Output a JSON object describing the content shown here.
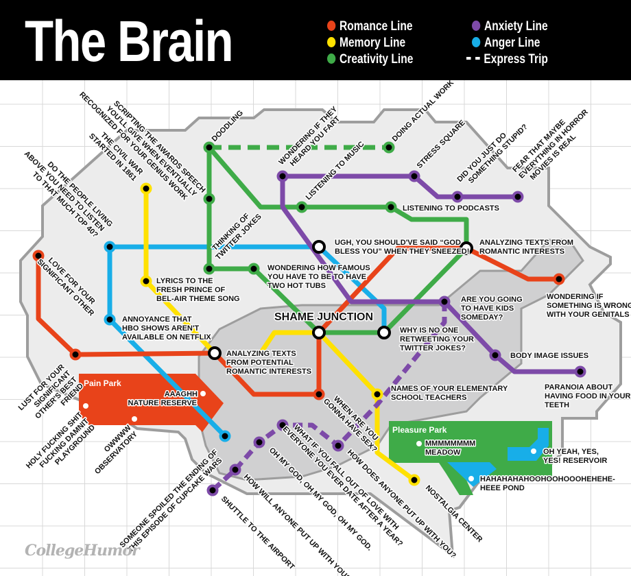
{
  "header": {
    "title": "The Brain",
    "legend": [
      {
        "label": "Romance Line",
        "color": "#e8431a",
        "type": "dot"
      },
      {
        "label": "Memory Line",
        "color": "#ffe100",
        "type": "dot"
      },
      {
        "label": "Creativity Line",
        "color": "#3fab48",
        "type": "dot"
      },
      {
        "label": "Anxiety Line",
        "color": "#7d4aa8",
        "type": "dot"
      },
      {
        "label": "Anger Line",
        "color": "#18aee8",
        "type": "dot"
      },
      {
        "label": "Express Trip",
        "color": "#ffffff",
        "type": "dash"
      }
    ]
  },
  "colors": {
    "romance": "#e8431a",
    "memory": "#ffe100",
    "creativity": "#3fab48",
    "anxiety": "#7d4aa8",
    "anger": "#18aee8",
    "brain_fill": "#ececec",
    "brain_center": "#d0d0d1",
    "brain_outline": "#9d9d9d",
    "grid": "#d8d8d8",
    "pain_park": "#e8431a",
    "pleasure_park": "#3fab48",
    "water": "#18aee8"
  },
  "junction": {
    "label": "SHAME JUNCTION"
  },
  "stations": {
    "doodling": "DOODLING",
    "doing_actual_work": "DOING ACTUAL WORK",
    "scripting": [
      "SCRIPTING THE AWARDS SPEECH",
      "YOU'LL GIVE WHEN EVENTUALLY",
      "RECOGNIZED FOR YOUR GENIUS WORK"
    ],
    "civil_war": [
      "THE CIVIL WAR",
      "STARTED IN 1861"
    ],
    "top40": [
      "DO THE PEOPLE LIVING",
      "ABOVE YOU NEED TO LISTEN",
      "TO THAT MUCH TOP 40?"
    ],
    "wondering_fart": [
      "WONDERING IF THEY",
      "HEARD YOU FART"
    ],
    "listening_music": "LISTENING TO MUSIC",
    "stress_square": "STRESS SQUARE",
    "did_you_just": [
      "DID YOU JUST DO",
      "SOMETHING STUPID?"
    ],
    "fear_horror": [
      "FEAR THAT MAYBE",
      "EVERYTHING IN HORROR",
      "MOVIES IS REAL"
    ],
    "listening_podcasts": "LISTENING TO PODCASTS",
    "ugh_god_bless": [
      "UGH, YOU SHOULD'VE SAID “GOD",
      "BLESS YOU” WHEN THEY SNEEZED!"
    ],
    "analyzing_romantic": [
      "ANALYZING TEXTS FROM",
      "ROMANTIC INTERESTS"
    ],
    "twitter_jokes": [
      "THINKING OF",
      "TWITTER JOKES"
    ],
    "hot_tubs": [
      "WONDERING HOW FAMOUS",
      "YOU HAVE TO BE TO HAVE",
      "TWO HOT TUBS"
    ],
    "love_so": [
      "LOVE FOR YOUR",
      "SIGNIFICANT OTHER"
    ],
    "fresh_prince": [
      "LYRICS TO THE",
      "FRESH PRINCE OF",
      "BEL-AIR THEME SONG"
    ],
    "hbo": [
      "ANNOYANCE THAT",
      "HBO SHOWS AREN'T",
      "AVAILABLE ON NETFLIX"
    ],
    "genitals": [
      "WONDERING IF",
      "SOMETHING IS WRONG",
      "WITH YOUR GENITALS"
    ],
    "kids": [
      "ARE YOU GOING",
      "TO HAVE KIDS",
      "SOMEDAY?"
    ],
    "retweeting": [
      "WHY IS NO ONE",
      "RETWEETING YOUR",
      "TWITTER JOKES?"
    ],
    "body_image": "BODY IMAGE ISSUES",
    "paranoia_food": [
      "PARANOIA ABOUT",
      "HAVING FOOD IN YOUR",
      "TEETH"
    ],
    "analyzing_potential": [
      "ANALYZING TEXTS",
      "FROM POTENTIAL",
      "ROMANTIC INTERESTS"
    ],
    "lust": [
      "LUST FOR YOUR",
      "SIGNIFICANT",
      "OTHER'S BEST",
      "FRIEND"
    ],
    "elementary": [
      "NAMES OF YOUR ELEMENTARY",
      "SCHOOL TEACHERS"
    ],
    "when_sex": [
      "WHEN ARE YOU",
      "GONNA HAVE SEX?"
    ],
    "cupcake_wars": [
      "SOMEONE SPOILED THE ENDING OF",
      "THIS EPISODE OF CUPCAKE WARS"
    ],
    "fall_out": [
      "WHAT IF YOU FALL OUT OF LOVE WITH",
      "EVERYONE YOU EVER DATE AFTER A YEAR?"
    ],
    "oh_my_god": "OH MY GOD, OH MY GOD, OH MY GOD.",
    "how_will": "HOW WILL ANYONE PUT UP WITH YOU?",
    "how_does": "HOW DOES ANYONE PUT UP WITH YOU?",
    "shuttle": "SHUTTLE TO THE AIRPORT",
    "nostalgia": "NOSTALGIA CENTER"
  },
  "parks": {
    "pain": {
      "name": "Pain Park",
      "spots": {
        "nature_reserve": [
          "AAAGHH",
          "NATURE RESERVE"
        ],
        "playground": [
          "HOLY FUCKING SHIT",
          "FUCKING DAMNIT",
          "PLAYGROUND"
        ],
        "observatory": [
          "OWWWW",
          "OBSERVATORY"
        ]
      }
    },
    "pleasure": {
      "name": "Pleasure Park",
      "spots": {
        "meadow": [
          "MMMMMMMM",
          "MEADOW"
        ],
        "reservoir": [
          "OH YEAH, YES,",
          "YES! RESERVOIR"
        ],
        "pond": [
          "HAHAHAHAHOOHOOHOOOHEHEHE-",
          "HEEE POND"
        ]
      }
    }
  },
  "footer": {
    "logo": "CollegeHumor"
  }
}
